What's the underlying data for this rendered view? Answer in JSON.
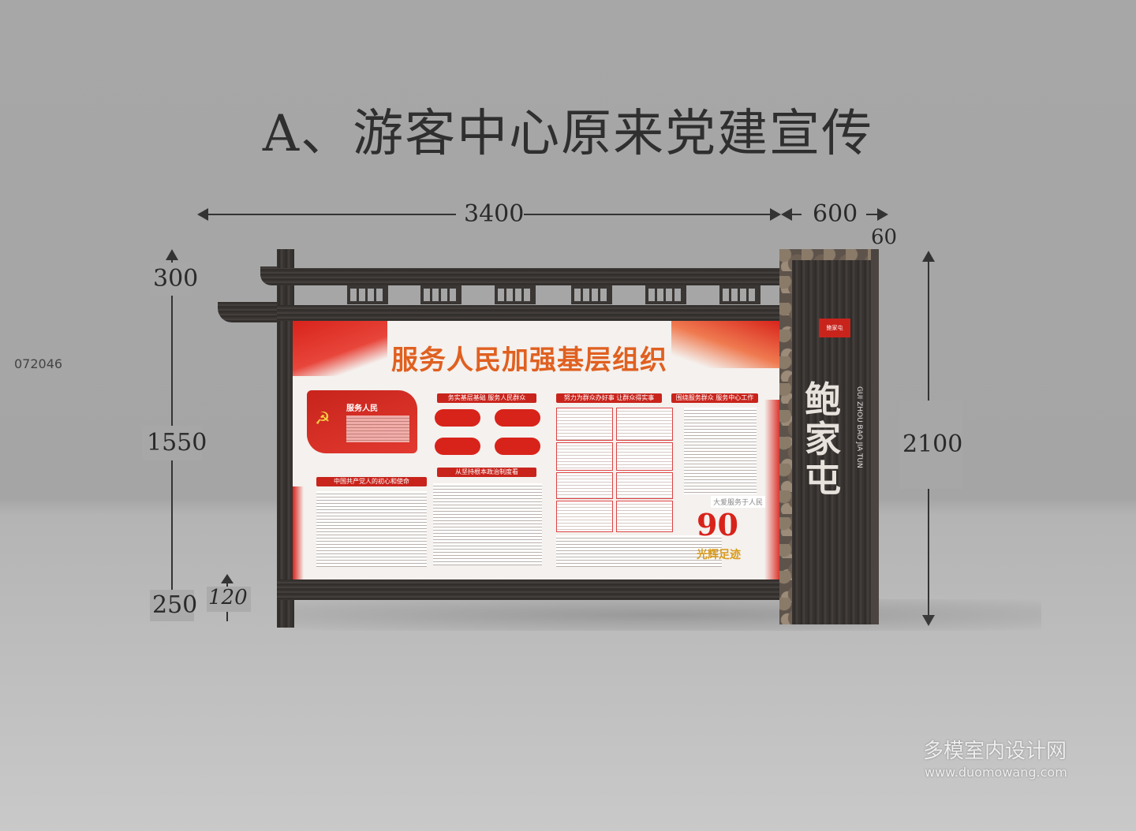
{
  "title": "A、游客中心原来党建宣传",
  "code": "072046",
  "dimensions": {
    "width_main": "3400",
    "width_pillar": "600",
    "pillar_thickness": "60",
    "top_height": "300",
    "board_height": "1550",
    "bottom_height": "250",
    "leg_height": "120",
    "total_height": "2100"
  },
  "board": {
    "headline": "服务人民加强基层组织",
    "flag_text": "服务人民",
    "section_headers": [
      "务实基层基础 服务人民群众",
      "努力为群众办好事 让群众得实事",
      "围绕服务群众 服务中心工作",
      "中国共产党人的初心和使命",
      "从坚持根本政治制度看"
    ],
    "badge_text": "大爱服务于人民",
    "badge_number": "90",
    "badge_caption": "光辉足迹"
  },
  "pillar": {
    "logo_text": "鲍家屯",
    "name": "鲍家屯",
    "pinyin": "GUI ZHOU BAO JIA TUN"
  },
  "watermark": {
    "cn": "多模室内设计网",
    "url": "www.duomowang.com"
  },
  "colors": {
    "background": "#a7a7a7",
    "wood": "#3a3634",
    "party_red": "#c8241c",
    "headline_orange": "#e06020"
  }
}
